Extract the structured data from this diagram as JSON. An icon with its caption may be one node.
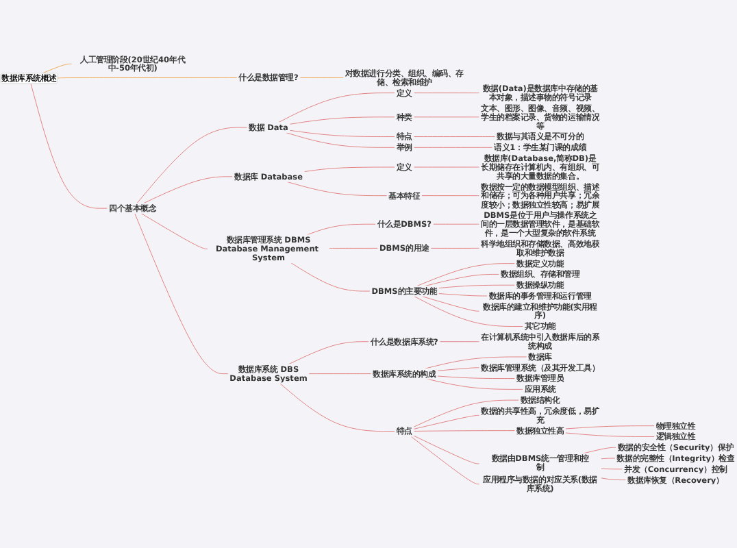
{
  "diagram": {
    "nodes": [
      {
        "text": [
          "数据库系统概述"
        ]
      },
      {
        "text": [
          "四个基本概念"
        ]
      },
      {
        "text": [
          "数据 Data"
        ]
      },
      {
        "text": [
          "定义"
        ]
      },
      {
        "text": [
          "数据(Data)是数据库中存储的基本对象，描述事物的符号记录"
        ]
      },
      {
        "text": [
          "种类"
        ]
      },
      {
        "text": [
          "文本、图形、图像、音频、视频、学生的档案记录、货物的运输情况等"
        ]
      },
      {
        "text": [
          "特点"
        ]
      },
      {
        "text": [
          "数据与其语义是不可分的"
        ]
      },
      {
        "text": [
          "举例"
        ]
      },
      {
        "text": [
          "语义1：学生某门课的成绩"
        ]
      },
      {
        "text": [
          "数据库 Database"
        ]
      },
      {
        "text": [
          "定义"
        ]
      },
      {
        "text": [
          "数据库(Database,简称DB)是长期储存在计算机内、有组织、可共享的大量数据的集合。"
        ]
      },
      {
        "text": [
          "基本特征"
        ]
      },
      {
        "text": [
          "数据按一定的数据模型组织、描述和储存；可为各种用户共享；冗余度较小；数据独立性较高；易扩展"
        ]
      },
      {
        "text": [
          "数据库管理系统 DBMS",
          "Database Management System"
        ]
      },
      {
        "text": [
          "什么是DBMS?"
        ]
      },
      {
        "text": [
          "DBMS是位于用户与操作系统之间的一层数据管理软件，是基础软件，是一个大型复杂的软件系统"
        ]
      },
      {
        "text": [
          "DBMS的用途"
        ]
      },
      {
        "text": [
          "科学地组织和存储数据、高效地获取和维护数据"
        ]
      },
      {
        "text": [
          "DBMS的主要功能"
        ]
      },
      {
        "text": [
          "数据定义功能"
        ]
      },
      {
        "text": [
          "数据组织、存储和管理"
        ]
      },
      {
        "text": [
          "数据操纵功能"
        ]
      },
      {
        "text": [
          "数据库的事务管理和运行管理"
        ]
      },
      {
        "text": [
          "数据库的建立和维护功能(实用程序)"
        ]
      },
      {
        "text": [
          "其它功能"
        ]
      },
      {
        "text": [
          "数据库系统 DBS",
          "Database System"
        ]
      },
      {
        "text": [
          "什么是数据库系统?"
        ]
      },
      {
        "text": [
          "在计算机系统中引入数据库后的系统构成"
        ]
      },
      {
        "text": [
          "数据库系统的构成"
        ]
      },
      {
        "text": [
          "数据库"
        ]
      },
      {
        "text": [
          "数据库管理系统（及其开发工具）"
        ]
      },
      {
        "text": [
          "数据库管理员"
        ]
      },
      {
        "text": [
          "应用系统"
        ]
      },
      {
        "text": [
          "特点"
        ]
      },
      {
        "text": [
          "数据结构化"
        ]
      },
      {
        "text": [
          "数据的共享性高，冗余度低，易扩充"
        ]
      },
      {
        "text": [
          "数据独立性高"
        ]
      },
      {
        "text": [
          "物理独立性"
        ]
      },
      {
        "text": [
          "逻辑独立性"
        ]
      },
      {
        "text": [
          "数据由DBMS统一管理和控制"
        ]
      },
      {
        "text": [
          "数据的安全性（Security）保护"
        ]
      },
      {
        "text": [
          "数据的完整性（Integrity）检查"
        ]
      },
      {
        "text": [
          "并发（Concurrency）控制"
        ]
      },
      {
        "text": [
          "数据库恢复（Recovery）"
        ]
      },
      {
        "text": [
          "应用程序与数据的对应关系(数据库系统)"
        ]
      },
      {
        "text": [
          "什么是数据管理?"
        ]
      },
      {
        "text": [
          "对数据进行分类、组织、编码、存储、检索和维护"
        ]
      },
      {
        "text": [
          "人工管理阶段(20世纪40年代中-50年代初)"
        ]
      }
    ],
    "edges": [
      {
        "from": 0,
        "to": 1,
        "arrow": "none"
      },
      {
        "from": 1,
        "to": 2,
        "arrow": "none"
      },
      {
        "from": 2,
        "to": 3,
        "arrow": "none"
      },
      {
        "from": 3,
        "to": 4,
        "arrow": "none"
      },
      {
        "from": 2,
        "to": 5,
        "arrow": "none"
      },
      {
        "from": 5,
        "to": 6,
        "arrow": "none"
      },
      {
        "from": 2,
        "to": 7,
        "arrow": "none"
      },
      {
        "from": 7,
        "to": 8,
        "arrow": "none"
      },
      {
        "from": 2,
        "to": 9,
        "arrow": "none"
      },
      {
        "from": 9,
        "to": 10,
        "arrow": "none"
      },
      {
        "from": 1,
        "to": 11,
        "arrow": "none"
      },
      {
        "from": 11,
        "to": 12,
        "arrow": "none"
      },
      {
        "from": 12,
        "to": 13,
        "arrow": "none"
      },
      {
        "from": 11,
        "to": 14,
        "arrow": "none"
      },
      {
        "from": 14,
        "to": 15,
        "arrow": "none"
      },
      {
        "from": 1,
        "to": 16,
        "arrow": "none"
      },
      {
        "from": 16,
        "to": 17,
        "arrow": "none"
      },
      {
        "from": 17,
        "to": 18,
        "arrow": "none"
      },
      {
        "from": 16,
        "to": 19,
        "arrow": "none"
      },
      {
        "from": 19,
        "to": 20,
        "arrow": "none"
      },
      {
        "from": 16,
        "to": 21,
        "arrow": "none"
      },
      {
        "from": 21,
        "to": 22,
        "arrow": "none"
      },
      {
        "from": 21,
        "to": 23,
        "arrow": "none"
      },
      {
        "from": 21,
        "to": 24,
        "arrow": "none"
      },
      {
        "from": 21,
        "to": 25,
        "arrow": "none"
      },
      {
        "from": 21,
        "to": 26,
        "arrow": "none"
      },
      {
        "from": 21,
        "to": 27,
        "arrow": "none"
      },
      {
        "from": 1,
        "to": 28,
        "arrow": "none"
      },
      {
        "from": 28,
        "to": 29,
        "arrow": "none"
      },
      {
        "from": 29,
        "to": 30,
        "arrow": "none"
      },
      {
        "from": 28,
        "to": 31,
        "arrow": "none"
      },
      {
        "from": 31,
        "to": 32,
        "arrow": "none"
      },
      {
        "from": 31,
        "to": 33,
        "arrow": "none"
      },
      {
        "from": 31,
        "to": 34,
        "arrow": "none"
      },
      {
        "from": 31,
        "to": 35,
        "arrow": "none"
      },
      {
        "from": 28,
        "to": 36,
        "arrow": "none"
      },
      {
        "from": 36,
        "to": 37,
        "arrow": "none"
      },
      {
        "from": 36,
        "to": 38,
        "arrow": "none"
      },
      {
        "from": 36,
        "to": 39,
        "arrow": "none"
      },
      {
        "from": 39,
        "to": 40,
        "arrow": "none"
      },
      {
        "from": 39,
        "to": 41,
        "arrow": "none"
      },
      {
        "from": 36,
        "to": 42,
        "arrow": "none"
      },
      {
        "from": 42,
        "to": 43,
        "arrow": "none"
      },
      {
        "from": 42,
        "to": 44,
        "arrow": "none"
      },
      {
        "from": 42,
        "to": 45,
        "arrow": "none"
      },
      {
        "from": 42,
        "to": 46,
        "arrow": "none"
      },
      {
        "from": 36,
        "to": 47,
        "arrow": "none"
      },
      {
        "from": 0,
        "to": 48,
        "arrow": "none",
        "color": "#f0a040"
      },
      {
        "from": 48,
        "to": 49,
        "arrow": "none",
        "color": "#f0a040"
      },
      {
        "from": 0,
        "to": 50,
        "arrow": "none",
        "color": "#f0a040"
      }
    ]
  }
}
